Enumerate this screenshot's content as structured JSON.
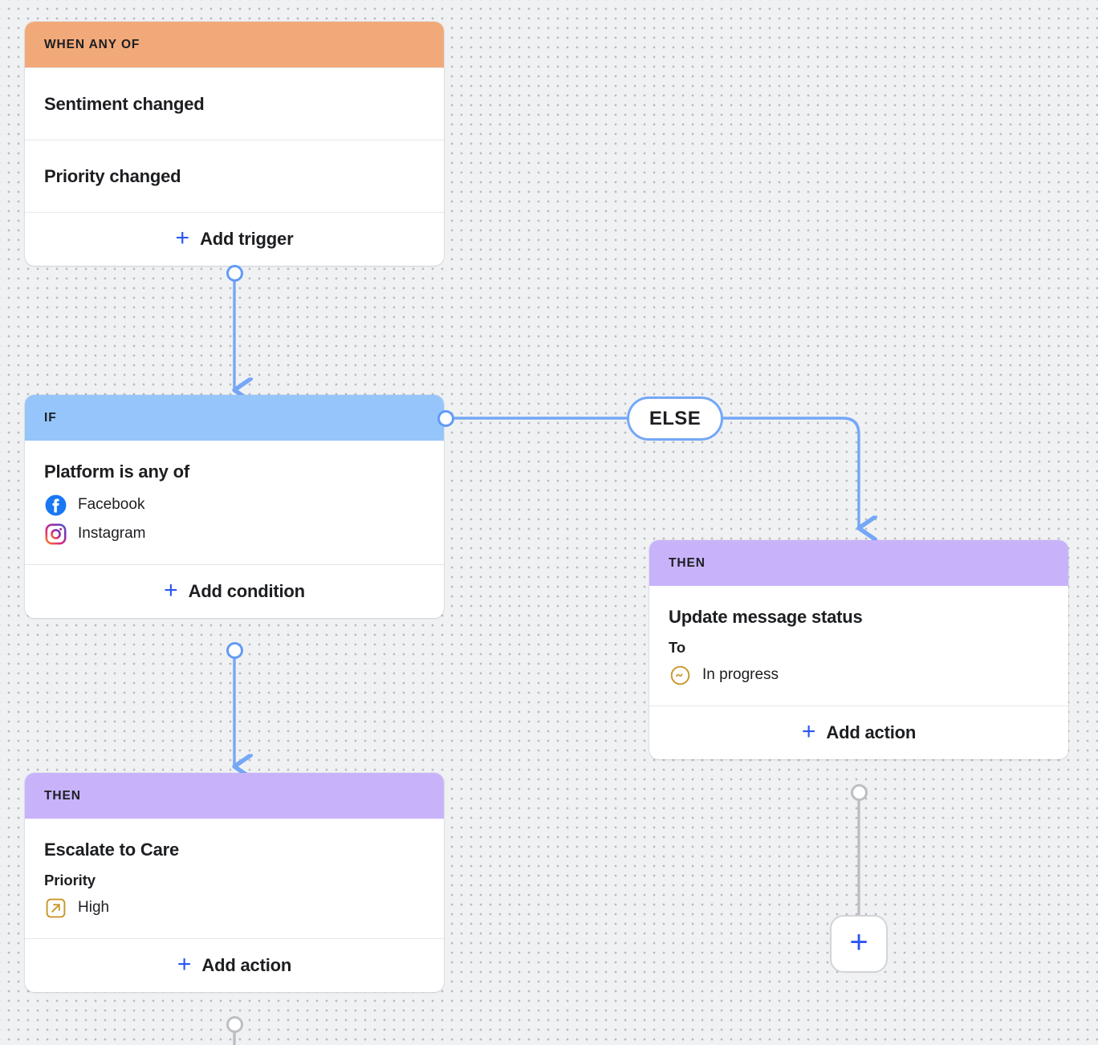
{
  "canvas": {
    "background_color": "#f0f1f3",
    "dot_color": "#b9babf"
  },
  "colors": {
    "trigger_header": "#f2a979",
    "condition_header": "#95c5fa",
    "action_header": "#c8b3fb",
    "edge_blue": "#74a7f8",
    "edge_gray": "#bdbec3",
    "accent_blue": "#2b56f5",
    "amber": "#c8972a"
  },
  "nodes": {
    "trigger": {
      "header_label": "WHEN ANY OF",
      "triggers": [
        {
          "label": "Sentiment changed"
        },
        {
          "label": "Priority changed"
        }
      ],
      "add_label": "Add trigger",
      "add_icon": "plus-icon"
    },
    "condition": {
      "header_label": "IF",
      "title": "Platform is any of",
      "platforms": [
        {
          "label": "Facebook",
          "icon": "facebook-icon"
        },
        {
          "label": "Instagram",
          "icon": "instagram-icon"
        }
      ],
      "add_label": "Add condition",
      "add_icon": "plus-icon"
    },
    "else_branch": {
      "label": "ELSE"
    },
    "action_true": {
      "header_label": "THEN",
      "title": "Escalate to Care",
      "field_label": "Priority",
      "value": "High",
      "value_icon": "arrow-up-right-box-icon",
      "add_label": "Add action",
      "add_icon": "plus-icon"
    },
    "action_else": {
      "header_label": "THEN",
      "title": "Update message status",
      "field_label": "To",
      "value": "In progress",
      "value_icon": "in-progress-circle-icon",
      "add_label": "Add action",
      "add_icon": "plus-icon"
    },
    "add_node": {
      "icon": "plus-icon"
    }
  }
}
